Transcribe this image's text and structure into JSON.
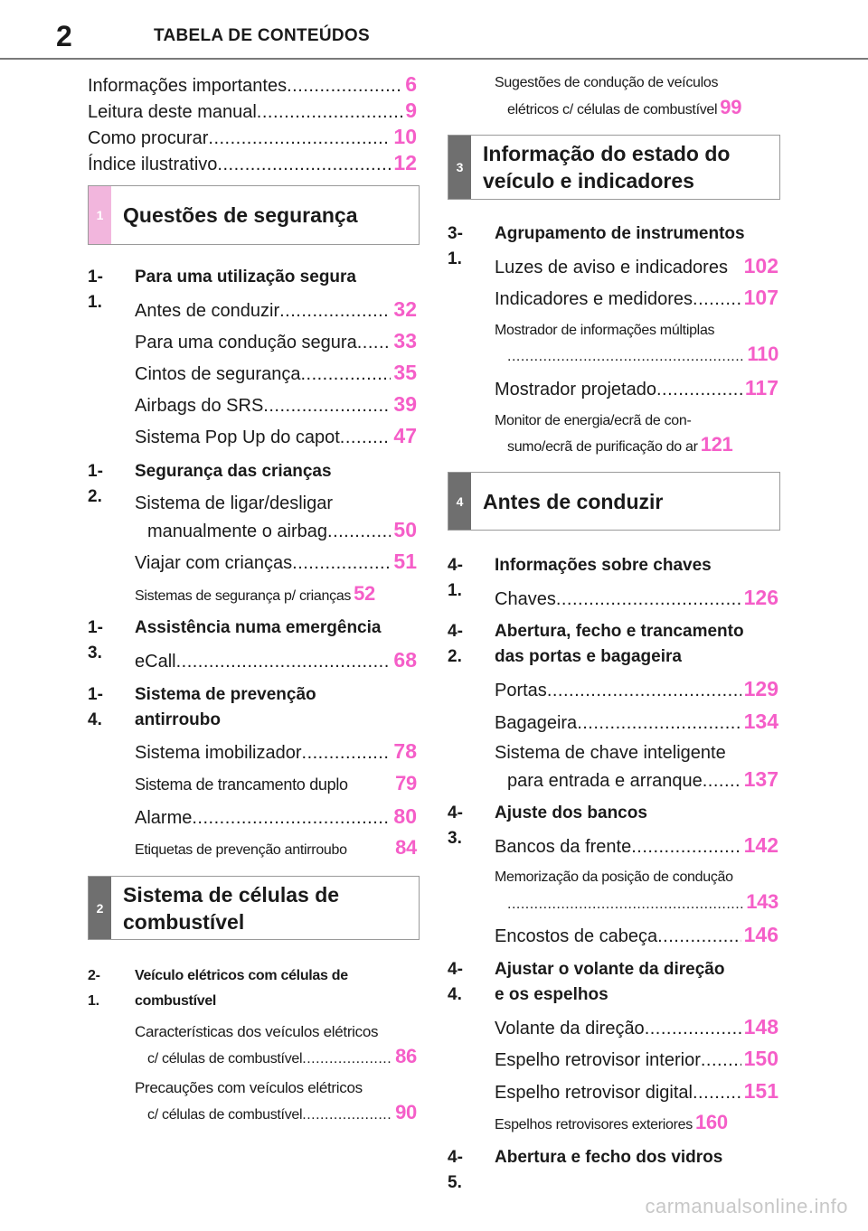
{
  "header": {
    "page_number": "2",
    "title": "TABELA DE CONTEÚDOS"
  },
  "left": {
    "top": [
      {
        "text": "Informações importantes",
        "page": "6"
      },
      {
        "text": "Leitura deste manual",
        "page": "9"
      },
      {
        "text": "Como procurar",
        "page": "10"
      },
      {
        "text": "Índice ilustrativo",
        "page": "12"
      }
    ],
    "ch1": {
      "num": "1",
      "title": "Questões de segurança"
    },
    "s11": {
      "num": "1-1.",
      "label": "Para uma utilização segura"
    },
    "s11_items": [
      {
        "text": "Antes de conduzir",
        "page": "32"
      },
      {
        "text": "Para uma condução segura",
        "page": "33"
      },
      {
        "text": "Cintos de segurança",
        "page": "35"
      },
      {
        "text": "Airbags do SRS",
        "page": "39"
      },
      {
        "text": "Sistema Pop Up do capot",
        "page": "47"
      }
    ],
    "s12": {
      "num": "1-2.",
      "label": "Segurança das crianças"
    },
    "s12_item1": {
      "line1": "Sistema de ligar/desligar",
      "text": "manualmente o airbag",
      "page": "50"
    },
    "s12_item2": {
      "text": "Viajar com crianças",
      "page": "51"
    },
    "s12_item3": {
      "text": "Sistemas de segurança p/ crianças",
      "page": "52"
    },
    "s13": {
      "num": "1-3.",
      "label": "Assistência numa emergência"
    },
    "s13_item": {
      "text": "eCall",
      "page": "68"
    },
    "s14": {
      "num": "1-4.",
      "label1": "Sistema de prevenção",
      "label2": "antirroubo"
    },
    "s14_items": [
      {
        "text": "Sistema imobilizador",
        "page": "78"
      },
      {
        "text": "Sistema de trancamento duplo",
        "page": "79"
      },
      {
        "text": "Alarme",
        "page": "80"
      },
      {
        "text": "Etiquetas de prevenção antirroubo",
        "page": "84"
      }
    ],
    "ch2": {
      "num": "2",
      "title1": "Sistema de células de",
      "title2": "combustível"
    },
    "s21": {
      "num": "2-1.",
      "label1": "Veículo elétricos com células de",
      "label2": "combustível"
    },
    "s21_item1": {
      "line1": "Características dos veículos elétricos",
      "text": "c/ células de combustível",
      "page": "86"
    },
    "s21_item2": {
      "line1": "Precauções com veículos elétricos",
      "text": "c/ células de combustível",
      "page": "90"
    }
  },
  "right": {
    "top_item": {
      "line1": "Sugestões de condução de veículos",
      "text": "elétricos c/ células de combustível",
      "page": "99"
    },
    "ch3": {
      "num": "3",
      "title1": "Informação do estado do",
      "title2": "veículo e indicadores"
    },
    "s31": {
      "num": "3-1.",
      "label": "Agrupamento de instrumentos"
    },
    "s31_item1": {
      "text": "Luzes de aviso e indicadores",
      "page": "102"
    },
    "s31_item2": {
      "text": "Indicadores e medidores",
      "page": "107"
    },
    "s31_item3": {
      "line1": "Mostrador de informações múltiplas",
      "text": "",
      "page": "110"
    },
    "s31_item4": {
      "text": "Mostrador projetado",
      "page": "117"
    },
    "s31_item5": {
      "line1": "Monitor de energia/ecrã de con-",
      "text": "sumo/ecrã de purificação do ar",
      "page": "121"
    },
    "ch4": {
      "num": "4",
      "title": "Antes de conduzir"
    },
    "s41": {
      "num": "4-1.",
      "label": "Informações sobre chaves"
    },
    "s41_item": {
      "text": "Chaves",
      "page": "126"
    },
    "s42": {
      "num": "4-2.",
      "label1": "Abertura, fecho e trancamento",
      "label2": "das portas e bagageira"
    },
    "s42_item1": {
      "text": "Portas",
      "page": "129"
    },
    "s42_item2": {
      "text": "Bagageira",
      "page": "134"
    },
    "s42_item3": {
      "line1": "Sistema de chave inteligente",
      "text": "para entrada e arranque",
      "page": "137"
    },
    "s43": {
      "num": "4-3.",
      "label": "Ajuste dos bancos"
    },
    "s43_item1": {
      "text": "Bancos da frente",
      "page": "142"
    },
    "s43_item2": {
      "line1": "Memorização da posição de condução",
      "text": "",
      "page": "143"
    },
    "s43_item3": {
      "text": "Encostos de cabeça",
      "page": "146"
    },
    "s44": {
      "num": "4-4.",
      "label1": "Ajustar o volante da direção",
      "label2": "e os espelhos"
    },
    "s44_items": [
      {
        "text": "Volante da direção",
        "page": "148"
      },
      {
        "text": "Espelho retrovisor interior",
        "page": "150"
      },
      {
        "text": "Espelho retrovisor digital",
        "page": "151"
      },
      {
        "text": "Espelhos retrovisores exteriores",
        "page": "160"
      }
    ],
    "s45": {
      "num": "4-5.",
      "label": "Abertura e fecho dos vidros"
    }
  },
  "watermark": "carmanualsonline.info"
}
